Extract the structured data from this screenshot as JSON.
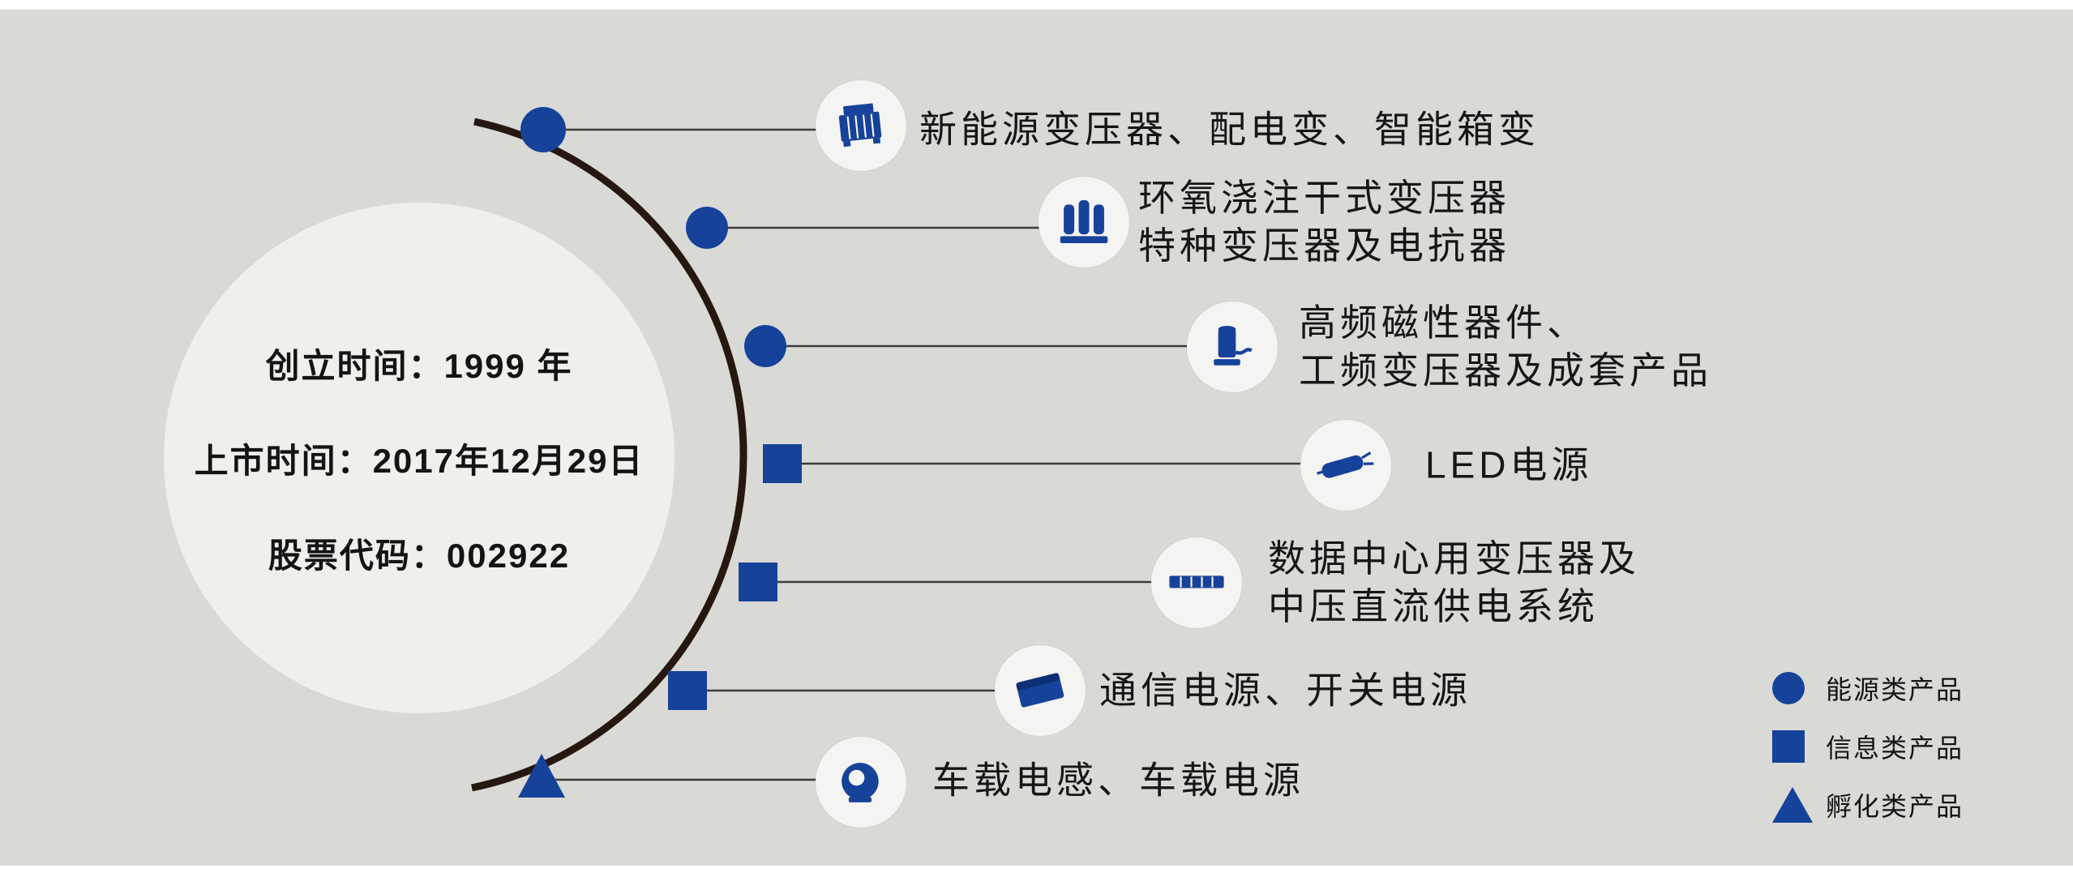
{
  "colors": {
    "background": "#d9d9d6",
    "accent_blue": "#17429a",
    "arc": "#261810",
    "icon_circle_bg": "#f4f4f2",
    "text": "#141414"
  },
  "company_circle": {
    "founded": "创立时间：1999 年",
    "listed": "上市时间：2017年12月29日",
    "stock_code": "股票代码：002922"
  },
  "products": [
    {
      "marker": "circle",
      "category": "energy",
      "icon": "box-transformer-icon",
      "lines": [
        "新能源变压器、配电变、智能箱变"
      ]
    },
    {
      "marker": "circle",
      "category": "energy",
      "icon": "dry-type-transformer-icon",
      "lines": [
        "环氧浇注干式变压器",
        "特种变压器及电抗器"
      ]
    },
    {
      "marker": "circle",
      "category": "energy",
      "icon": "hf-magnetics-icon",
      "lines": [
        "高频磁性器件、",
        "工频变压器及成套产品"
      ]
    },
    {
      "marker": "square",
      "category": "information",
      "icon": "led-power-icon",
      "lines": [
        "LED电源"
      ]
    },
    {
      "marker": "square",
      "category": "information",
      "icon": "datacenter-power-icon",
      "lines": [
        "数据中心用变压器及",
        "中压直流供电系统"
      ]
    },
    {
      "marker": "square",
      "category": "information",
      "icon": "telecom-power-icon",
      "lines": [
        "通信电源、开关电源"
      ]
    },
    {
      "marker": "triangle",
      "category": "incubation",
      "icon": "vehicle-inductor-icon",
      "lines": [
        "车载电感、车载电源"
      ]
    }
  ],
  "legend": [
    {
      "marker": "circle",
      "label": "能源类产品"
    },
    {
      "marker": "square",
      "label": "信息类产品"
    },
    {
      "marker": "triangle",
      "label": "孵化类产品"
    }
  ]
}
